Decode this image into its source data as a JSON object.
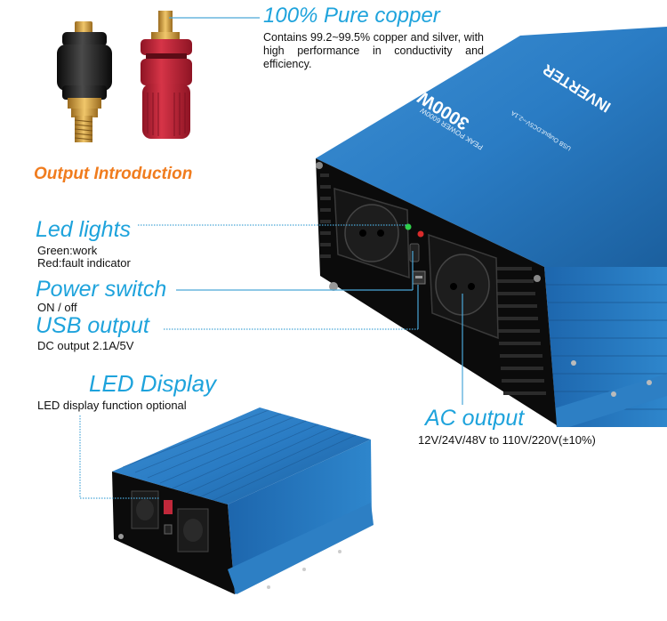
{
  "copper": {
    "title": "100% Pure copper",
    "description": "Contains 99.2~99.5% copper and silver, with high performance in conductivity and efficiency."
  },
  "output_intro": "Output Introduction",
  "led_lights": {
    "title": "Led lights",
    "line1": "Green:work",
    "line2": "Red:fault indicator"
  },
  "power_switch": {
    "title": "Power switch",
    "line1": "ON / off"
  },
  "usb_output": {
    "title": "USB output",
    "line1": "DC output 2.1A/5V"
  },
  "led_display": {
    "title": "LED Display",
    "line1": "LED display function optional"
  },
  "ac_output": {
    "title": "AC output",
    "line1": "12V/24V/48V to 110V/220V(±10%)"
  },
  "product_labels": {
    "model": "3000W",
    "name": "INVERTER",
    "peak": "PEAK POWER 6000W",
    "usb_spec": "USB Output:DC5V⎓2.1A"
  },
  "colors": {
    "accent_blue": "#1ea3dc",
    "accent_orange": "#f07c1e",
    "chassis_blue": "#1f6fb6",
    "terminal_red": "#c0283a"
  }
}
